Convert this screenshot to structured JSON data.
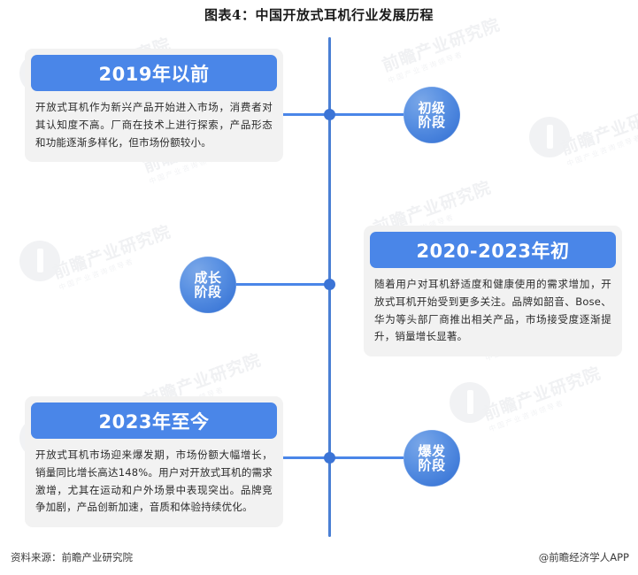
{
  "title": "图表4：中国开放式耳机行业发展历程",
  "timeline": {
    "stages": [
      {
        "period": "2019年以前",
        "description": "开放式耳机作为新兴产品开始进入市场，消费者对其认知度不高。厂商在技术上进行探索，产品形态和功能逐渐多样化，但市场份额较小。",
        "marker_line1": "初级",
        "marker_line2": "阶段",
        "marker_full": "初级阶段"
      },
      {
        "period": "2020-2023年初",
        "description": "随着用户对耳机舒适度和健康使用的需求增加，开放式耳机开始受到更多关注。品牌如韶音、Bose、华为等头部厂商推出相关产品，市场接受度逐渐提升，销量增长显著。",
        "marker_line1": "成长",
        "marker_line2": "阶段",
        "marker_full": "成长阶段"
      },
      {
        "period": "2023年至今",
        "description": "开放式耳机市场迎来爆发期，市场份额大幅增长，销量同比增长高达148%。用户对开放式耳机的需求激增，尤其在运动和户外场景中表现突出。品牌竞争加剧，产品创新加速，音质和体验持续优化。",
        "marker_line1": "爆发",
        "marker_line2": "阶段",
        "marker_full": "爆发阶段"
      }
    ]
  },
  "footer": {
    "source": "资料来源：前瞻产业研究院",
    "attribution": "@前瞻经济学人APP"
  },
  "watermark": {
    "brand": "前瞻产业研究院",
    "sub": "中国产业咨询领导者"
  },
  "colors": {
    "accent_blue": "#4a86e8",
    "axis_blue": "#4a7fd4",
    "card_bg": "#f2f2f2",
    "page_bg": "#ffffff"
  }
}
